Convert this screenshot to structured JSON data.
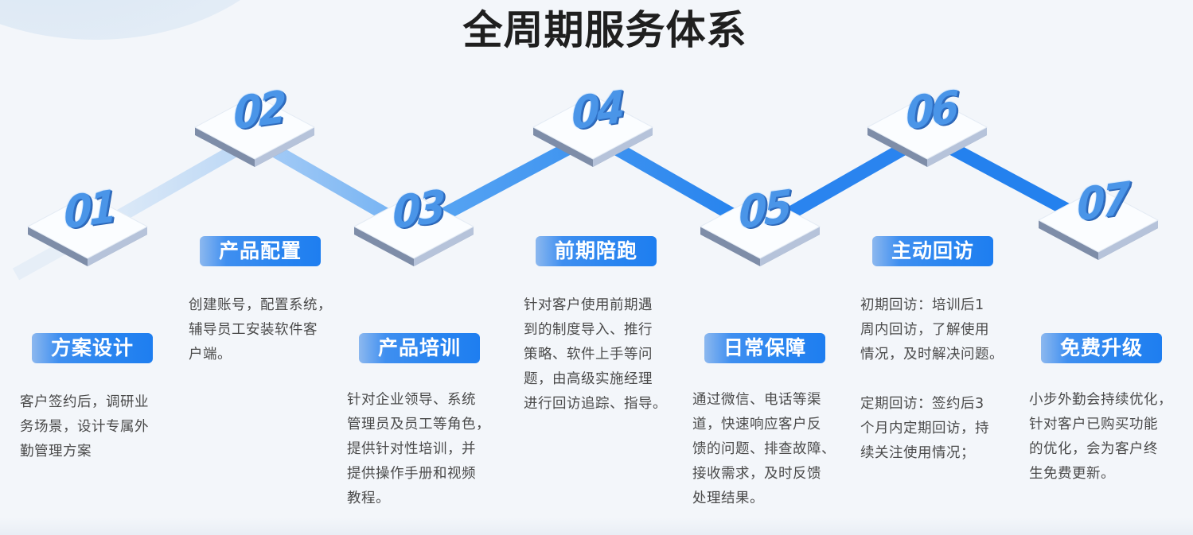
{
  "title": "全周期服务体系",
  "colors": {
    "accent": "#2b86f0",
    "number": "#4a95e8",
    "text": "#4a4a4a",
    "title": "#1f1f1f",
    "background": "#f3f6fa"
  },
  "steps": [
    {
      "number": "01",
      "label": "方案设计",
      "description": "客户签约后，调研业\n务场景，设计专属外\n勤管理方案"
    },
    {
      "number": "02",
      "label": "产品配置",
      "description": "创建账号，配置系统，\n辅导员工安装软件客\n户端。"
    },
    {
      "number": "03",
      "label": "产品培训",
      "description": "针对企业领导、系统\n管理员及员工等角色，\n提供针对性培训，并\n提供操作手册和视频\n教程。"
    },
    {
      "number": "04",
      "label": "前期陪跑",
      "description": "针对客户使用前期遇\n到的制度导入、推行\n策略、软件上手等问\n题，由高级实施经理\n进行回访追踪、指导。"
    },
    {
      "number": "05",
      "label": "日常保障",
      "description": "通过微信、电话等渠\n道，快速响应客户反\n馈的问题、排查故障、\n接收需求，及时反馈\n处理结果。"
    },
    {
      "number": "06",
      "label": "主动回访",
      "description": "初期回访：培训后1\n周内回访，了解使用\n情况，及时解决问题。\n\n定期回访：签约后3\n个月内定期回访，持\n续关注使用情况；"
    },
    {
      "number": "07",
      "label": "免费升级",
      "description": "小步外勤会持续优化，\n针对客户已购买功能\n的优化，会为客户终\n生免费更新。"
    }
  ]
}
